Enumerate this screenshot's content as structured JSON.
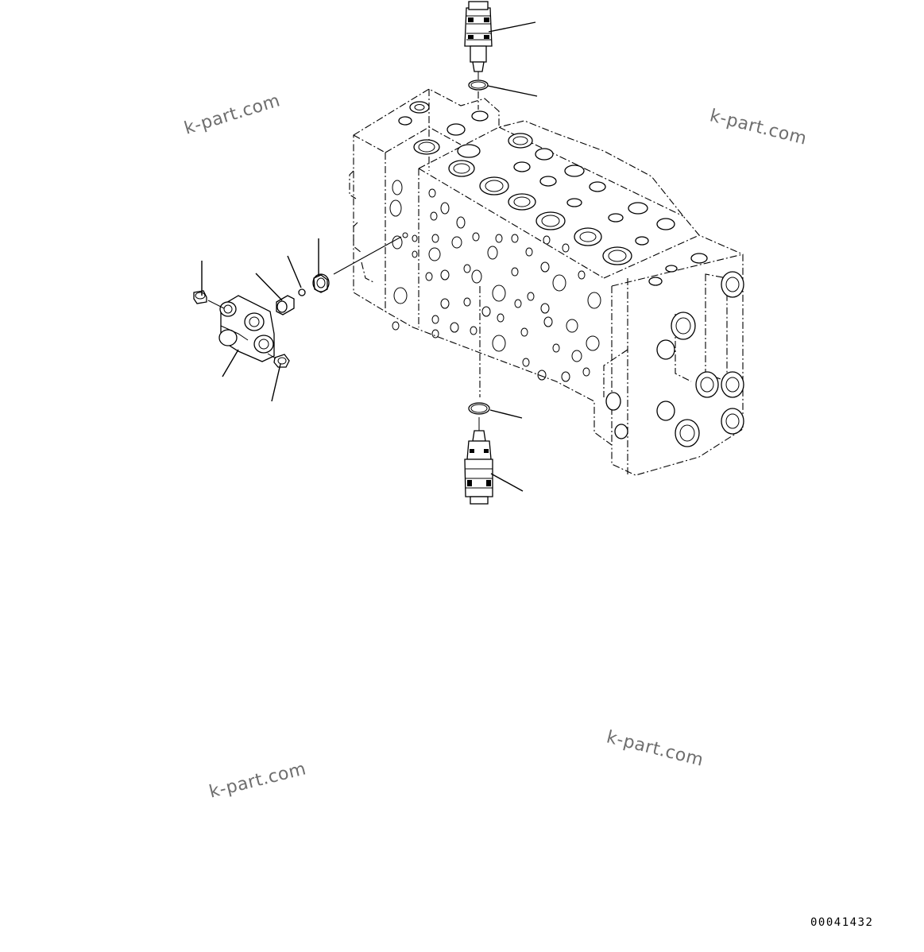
{
  "watermarks": [
    {
      "text": "k-part.com"
    },
    {
      "text": "k-part.com"
    },
    {
      "text": "k-part.com"
    },
    {
      "text": "k-part.com"
    }
  ],
  "reference_number": "00041432"
}
